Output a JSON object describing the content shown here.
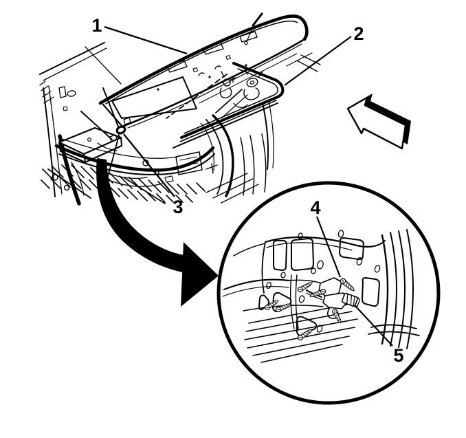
{
  "figure": {
    "kind": "vehicle service line illustration",
    "background_color": "#ffffff",
    "line_color": "#000000"
  },
  "callouts": [
    {
      "label": "1"
    },
    {
      "label": "2"
    },
    {
      "label": "3"
    },
    {
      "label": "4"
    },
    {
      "label": "5"
    }
  ]
}
